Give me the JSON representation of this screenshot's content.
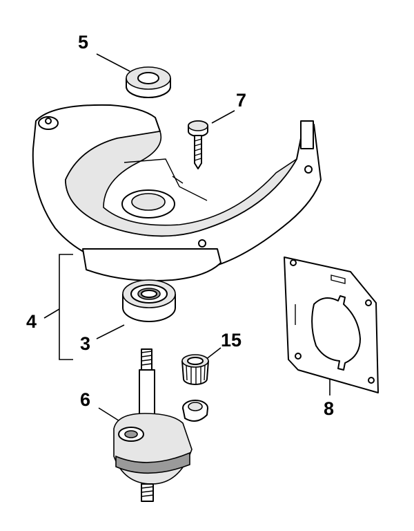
{
  "diagram": {
    "callouts": [
      {
        "id": "5",
        "label": "5"
      },
      {
        "id": "7",
        "label": "7"
      },
      {
        "id": "4",
        "label": "4"
      },
      {
        "id": "3",
        "label": "3"
      },
      {
        "id": "15",
        "label": "15"
      },
      {
        "id": "6",
        "label": "6"
      },
      {
        "id": "8",
        "label": "8"
      }
    ]
  }
}
